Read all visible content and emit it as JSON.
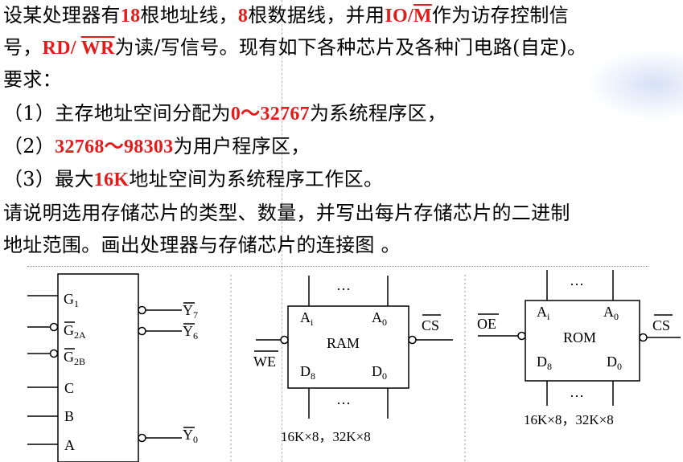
{
  "problem": {
    "line1": {
      "a": "设某处理器有",
      "addr_count": "18",
      "b": "根地址线，",
      "data_count": "8",
      "c": "根数据线，并用",
      "io_signal": "IO/",
      "m_signal": "M",
      "d": "作为访存控制信"
    },
    "line2": {
      "a": "号，",
      "rd_signal": "RD/ ",
      "wr_signal": "WR",
      "b": "为读/写信号。现有如下各种芯片及各种门电路(自定)。"
    },
    "line3": "要求：",
    "req1": {
      "a": "（1）主存地址空间分配为",
      "range": "0～32767",
      "b": "为系统程序区，"
    },
    "req2": {
      "a": "（2）",
      "range": "32768～98303",
      "b": "为用户程序区，"
    },
    "req3": {
      "a": "（3）最大",
      "size": "16K",
      "b": "地址空间为系统程序工作区。"
    },
    "line7": "请说明选用存储芯片的类型、数量，并写出每片存储芯片的二进制",
    "line8": "地址范围。画出处理器与存储芯片的连接图 。"
  },
  "decoder": {
    "g1": "G",
    "g1_sub": "1",
    "g2a": "G",
    "g2a_sub": "2A",
    "g2b": "G",
    "g2b_sub": "2B",
    "c": "C",
    "b": "B",
    "a": "A",
    "y7": "Y",
    "y7_sub": "7",
    "y6": "Y",
    "y6_sub": "6",
    "y0": "Y",
    "y0_sub": "0"
  },
  "ram": {
    "dots_top": "…",
    "ai": "A",
    "ai_sub": "i",
    "a0": "A",
    "a0_sub": "0",
    "title": "RAM",
    "d8": "D",
    "d8_sub": "8",
    "d0": "D",
    "d0_sub": "0",
    "cs": "CS",
    "we": "WE",
    "dots_bottom": "…",
    "sizes": "16K×8，32K×8"
  },
  "rom": {
    "dots_top": "…",
    "ai": "A",
    "ai_sub": "i",
    "a0": "A",
    "a0_sub": "0",
    "title": "ROM",
    "d8": "D",
    "d8_sub": "8",
    "d0": "D",
    "d0_sub": "0",
    "cs": "CS",
    "oe": "OE",
    "dots_bottom": "…",
    "sizes": "16K×8，32K×8"
  },
  "colors": {
    "accent_red": "#e31b1b",
    "text": "#000000"
  }
}
